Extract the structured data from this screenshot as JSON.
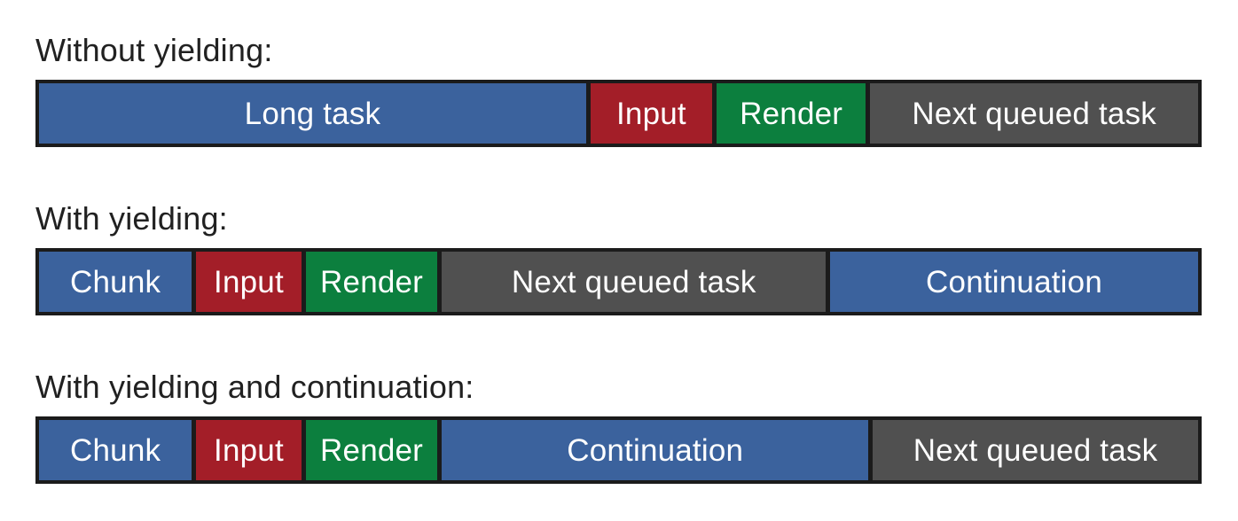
{
  "palette": {
    "blue": "#3b629d",
    "red": "#a31e28",
    "green": "#0c7f3e",
    "gray": "#505050",
    "outline": "#1b1b1b",
    "label_text": "#ffffff",
    "heading_text": "#212121",
    "background": "#ffffff"
  },
  "sections": [
    {
      "title": "Without yielding:",
      "segments": [
        {
          "label": "Long task",
          "color": "blue",
          "weight": 626
        },
        {
          "label": "Input",
          "color": "red",
          "weight": 139
        },
        {
          "label": "Render",
          "color": "green",
          "weight": 171
        },
        {
          "label": "Next queued task",
          "color": "gray",
          "weight": 375
        }
      ]
    },
    {
      "title": "With yielding:",
      "segments": [
        {
          "label": "Chunk",
          "color": "blue",
          "weight": 176
        },
        {
          "label": "Input",
          "color": "red",
          "weight": 121
        },
        {
          "label": "Render",
          "color": "green",
          "weight": 152
        },
        {
          "label": "Next queued task",
          "color": "gray",
          "weight": 442
        },
        {
          "label": "Continuation",
          "color": "blue",
          "weight": 424
        }
      ]
    },
    {
      "title": "With yielding and continuation:",
      "segments": [
        {
          "label": "Chunk",
          "color": "blue",
          "weight": 176
        },
        {
          "label": "Input",
          "color": "red",
          "weight": 121
        },
        {
          "label": "Render",
          "color": "green",
          "weight": 152
        },
        {
          "label": "Continuation",
          "color": "blue",
          "weight": 491
        },
        {
          "label": "Next queued task",
          "color": "gray",
          "weight": 375
        }
      ]
    }
  ]
}
